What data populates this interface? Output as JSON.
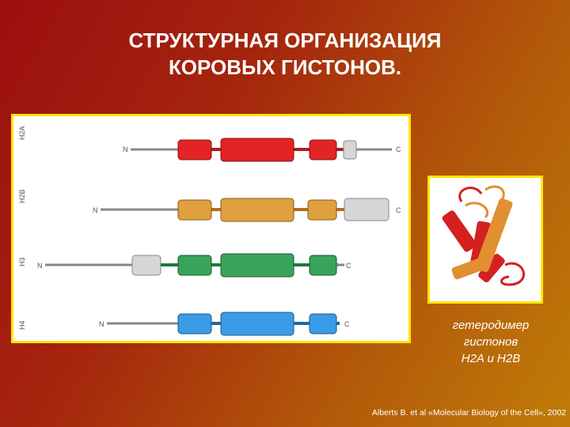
{
  "title": {
    "line1": "СТРУКТУРНАЯ ОРГАНИЗАЦИЯ",
    "line2": "КОРОВЫХ ГИСТОНОВ."
  },
  "caption": {
    "line1": "гетеродимер",
    "line2": "гистонов",
    "line3": "H2A и H2B"
  },
  "credit": "Alberts B. et al «Molecular Biology of the Cell», 2002",
  "colors": {
    "H2A": "#e32424",
    "H2B": "#e0a040",
    "H3": "#3aa35a",
    "H4": "#3a9be6",
    "tail": "#cfcfcf",
    "frame": "#ffe600"
  },
  "histones": [
    {
      "name": "H2A",
      "n_label": "N",
      "c_label": "C",
      "color": "red"
    },
    {
      "name": "H2B",
      "n_label": "N",
      "c_label": "C",
      "color": "orange"
    },
    {
      "name": "H3",
      "n_label": "N",
      "c_label": "C",
      "color": "green"
    },
    {
      "name": "H4",
      "n_label": "N",
      "c_label": "C",
      "color": "blue"
    }
  ]
}
